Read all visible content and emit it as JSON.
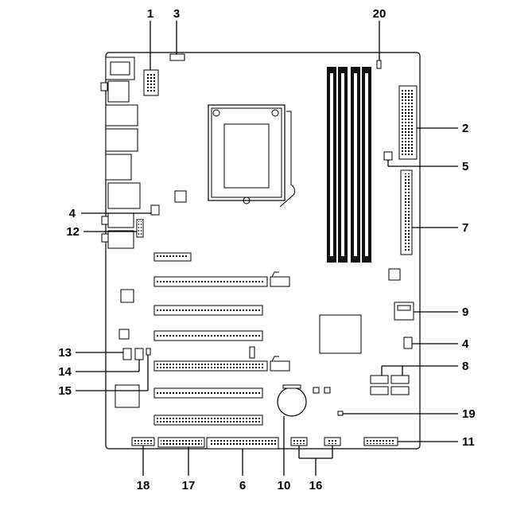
{
  "callouts": [
    {
      "id": "c1",
      "label": "1"
    },
    {
      "id": "c3",
      "label": "3"
    },
    {
      "id": "c20",
      "label": "20"
    },
    {
      "id": "c2",
      "label": "2"
    },
    {
      "id": "c5",
      "label": "5"
    },
    {
      "id": "c4a",
      "label": "4"
    },
    {
      "id": "c12",
      "label": "12"
    },
    {
      "id": "c7",
      "label": "7"
    },
    {
      "id": "c9",
      "label": "9"
    },
    {
      "id": "c4b",
      "label": "4"
    },
    {
      "id": "c8",
      "label": "8"
    },
    {
      "id": "c13",
      "label": "13"
    },
    {
      "id": "c14",
      "label": "14"
    },
    {
      "id": "c15",
      "label": "15"
    },
    {
      "id": "c19",
      "label": "19"
    },
    {
      "id": "c11",
      "label": "11"
    },
    {
      "id": "c18",
      "label": "18"
    },
    {
      "id": "c17",
      "label": "17"
    },
    {
      "id": "c6",
      "label": "6"
    },
    {
      "id": "c10",
      "label": "10"
    },
    {
      "id": "c16",
      "label": "16"
    }
  ],
  "colors": {
    "line": "#000000",
    "fill_dark": "#1a1a1a",
    "background": "#ffffff"
  }
}
